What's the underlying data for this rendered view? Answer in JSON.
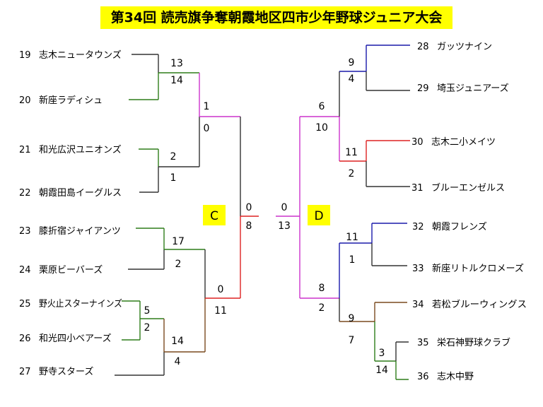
{
  "title": "第34回 読売旗争奪朝霞地区四市少年野球ジュニア大会",
  "colors": {
    "black": "#333333",
    "green": "#2e7d1a",
    "magenta": "#cc33cc",
    "red": "#dd2222",
    "blue": "#1a1aaa",
    "brown": "#7a4a1e",
    "label_bg": "#ffff00"
  },
  "blocks": {
    "C": "C",
    "D": "D"
  },
  "teams": [
    {
      "no": "19",
      "name": "志木ニュータウンズ"
    },
    {
      "no": "20",
      "name": "新座ラディシュ"
    },
    {
      "no": "21",
      "name": "和光広沢ユニオンズ"
    },
    {
      "no": "22",
      "name": "朝霞田島イーグルス"
    },
    {
      "no": "23",
      "name": "膝折宿ジャイアンツ"
    },
    {
      "no": "24",
      "name": "栗原ビーバーズ"
    },
    {
      "no": "25",
      "name": "野火止スターナインズ"
    },
    {
      "no": "26",
      "name": "和光四小ベアーズ"
    },
    {
      "no": "27",
      "name": "野寺スターズ"
    },
    {
      "no": "28",
      "name": "ガッツナイン"
    },
    {
      "no": "29",
      "name": "埼玉ジュニアーズ"
    },
    {
      "no": "30",
      "name": "志木二小メイツ"
    },
    {
      "no": "31",
      "name": "ブルーエンゼルス"
    },
    {
      "no": "32",
      "name": "朝霞フレンズ"
    },
    {
      "no": "33",
      "name": "新座リトルクロメーズ"
    },
    {
      "no": "34",
      "name": "若松ブルーウィングス"
    },
    {
      "no": "35",
      "name": "栄石神野球クラブ"
    },
    {
      "no": "36",
      "name": "志木中野"
    }
  ],
  "scores": [
    {
      "id": "m1-19",
      "value": "13"
    },
    {
      "id": "m1-20",
      "value": "14"
    },
    {
      "id": "m2-21",
      "value": "2"
    },
    {
      "id": "m2-22",
      "value": "1"
    },
    {
      "id": "m3-20",
      "value": "1"
    },
    {
      "id": "m3-21",
      "value": "0"
    },
    {
      "id": "m4-23",
      "value": "17"
    },
    {
      "id": "m4-24",
      "value": "2"
    },
    {
      "id": "m5-25",
      "value": "5"
    },
    {
      "id": "m5-26",
      "value": "2"
    },
    {
      "id": "m6-26",
      "value": "14"
    },
    {
      "id": "m6-27",
      "value": "4"
    },
    {
      "id": "m7-23",
      "value": "0"
    },
    {
      "id": "m7-26",
      "value": "11"
    },
    {
      "id": "cf-top",
      "value": "0"
    },
    {
      "id": "cf-bot",
      "value": "8"
    },
    {
      "id": "d1-28",
      "value": "9"
    },
    {
      "id": "d1-29",
      "value": "4"
    },
    {
      "id": "d2-30",
      "value": "11"
    },
    {
      "id": "d2-31",
      "value": "2"
    },
    {
      "id": "d3-28",
      "value": "6"
    },
    {
      "id": "d3-30",
      "value": "10"
    },
    {
      "id": "d4-32",
      "value": "11"
    },
    {
      "id": "d4-33",
      "value": "1"
    },
    {
      "id": "d5-35",
      "value": "3"
    },
    {
      "id": "d5-36",
      "value": "14"
    },
    {
      "id": "d6-34",
      "value": "9"
    },
    {
      "id": "d6-36",
      "value": "7"
    },
    {
      "id": "d7-32",
      "value": "8"
    },
    {
      "id": "d7-34",
      "value": "2"
    },
    {
      "id": "df-top",
      "value": "0"
    },
    {
      "id": "df-bot",
      "value": "13"
    }
  ]
}
